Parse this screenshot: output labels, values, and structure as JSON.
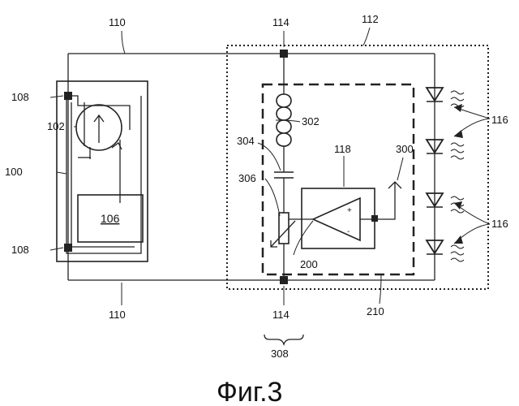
{
  "labels": {
    "l110_top": "110",
    "l112": "112",
    "l114_top": "114",
    "l108_top": "108",
    "l102": "102",
    "l302": "302",
    "l304": "304",
    "l118": "118",
    "l300": "300",
    "l116_top": "116",
    "l100": "100",
    "l306": "306",
    "l106": "106",
    "l116_bottom": "116",
    "l108_bottom": "108",
    "l200": "200",
    "l110_bottom": "110",
    "l114_bottom": "114",
    "l210": "210",
    "l308": "308"
  },
  "caption": "Фиг.3"
}
